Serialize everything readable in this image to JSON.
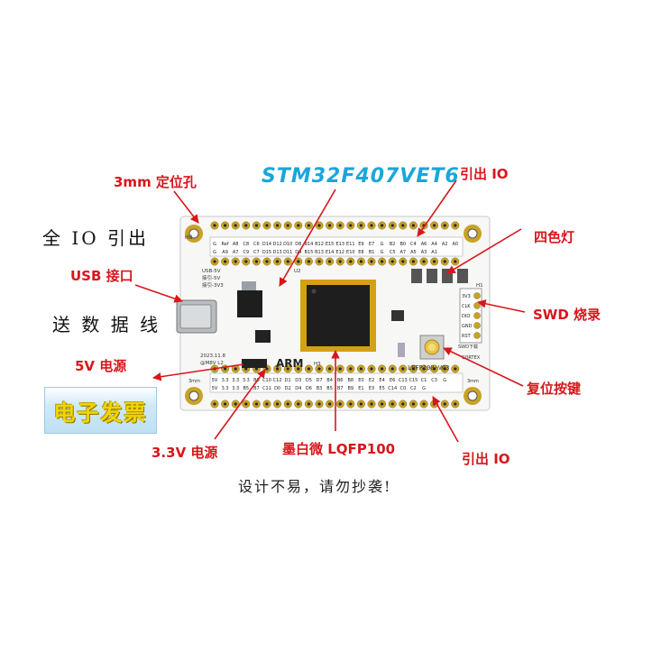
{
  "title": "STM32F407VET6",
  "callouts": {
    "mount_hole": "3mm 定位孔",
    "io_top": "引出 IO",
    "io_bottom": "引出 IO",
    "usb": "USB 接口",
    "led": "四色灯",
    "swd": "SWD 烧录",
    "power_5v": "5V 电源",
    "reset": "复位按键",
    "power_33v": "3.3V 电源",
    "mcu": "墨白微 LQFP100"
  },
  "side_text": {
    "full_io": "全 IO 引出",
    "cable": "送 数 据 线"
  },
  "badge": "电子发票",
  "footer": "设计不易，请勿抄袭!",
  "board": {
    "top_header_row1": [
      "G",
      "Ref",
      "A8",
      "C8",
      "C6",
      "D14",
      "D12",
      "D10",
      "D8",
      "B14",
      "B12",
      "E15",
      "E13",
      "E11",
      "E9",
      "E7",
      "G",
      "B2",
      "B0",
      "C4",
      "A6",
      "A4",
      "A2",
      "A0"
    ],
    "top_header_row2": [
      "G",
      "A9",
      "A7",
      "C9",
      "C7",
      "D15",
      "D13",
      "D11",
      "D9",
      "B15",
      "B13",
      "E14",
      "E12",
      "E10",
      "E8",
      "B1",
      "G",
      "C5",
      "A7",
      "A5",
      "A3",
      "A1"
    ],
    "bottom_header_row1": [
      "5V",
      "3.3",
      "3.3",
      "3.3",
      "B6",
      "C10",
      "C12",
      "D1",
      "D3",
      "D5",
      "D7",
      "B4",
      "B6",
      "B8",
      "E0",
      "E2",
      "E4",
      "E6",
      "C13",
      "C15",
      "C1",
      "C3",
      "G"
    ],
    "bottom_header_row2": [
      "5V",
      "3.3",
      "3.3",
      "B5",
      "B7",
      "C11",
      "D0",
      "D2",
      "D4",
      "D6",
      "B3",
      "B5",
      "B7",
      "B9",
      "E1",
      "E3",
      "E5",
      "C14",
      "C0",
      "C2",
      "G"
    ],
    "labels": {
      "h8": "H8",
      "corner_mm": "3mm",
      "usb_note1": "USB-5V",
      "usb_note2": "接引-5V",
      "usb_note3": "接引-3V3",
      "date": "2023.11.8",
      "author": "@M8V L2",
      "arm": "ARM",
      "version": "LQFP100-V03",
      "cortex": "CORTEX",
      "swd_download": "SWD下载",
      "u2": "U2",
      "h3": "H3",
      "h1": "H1"
    },
    "swd_pins": [
      "3V3",
      "CLK",
      "DIO",
      "GND",
      "RST"
    ]
  }
}
